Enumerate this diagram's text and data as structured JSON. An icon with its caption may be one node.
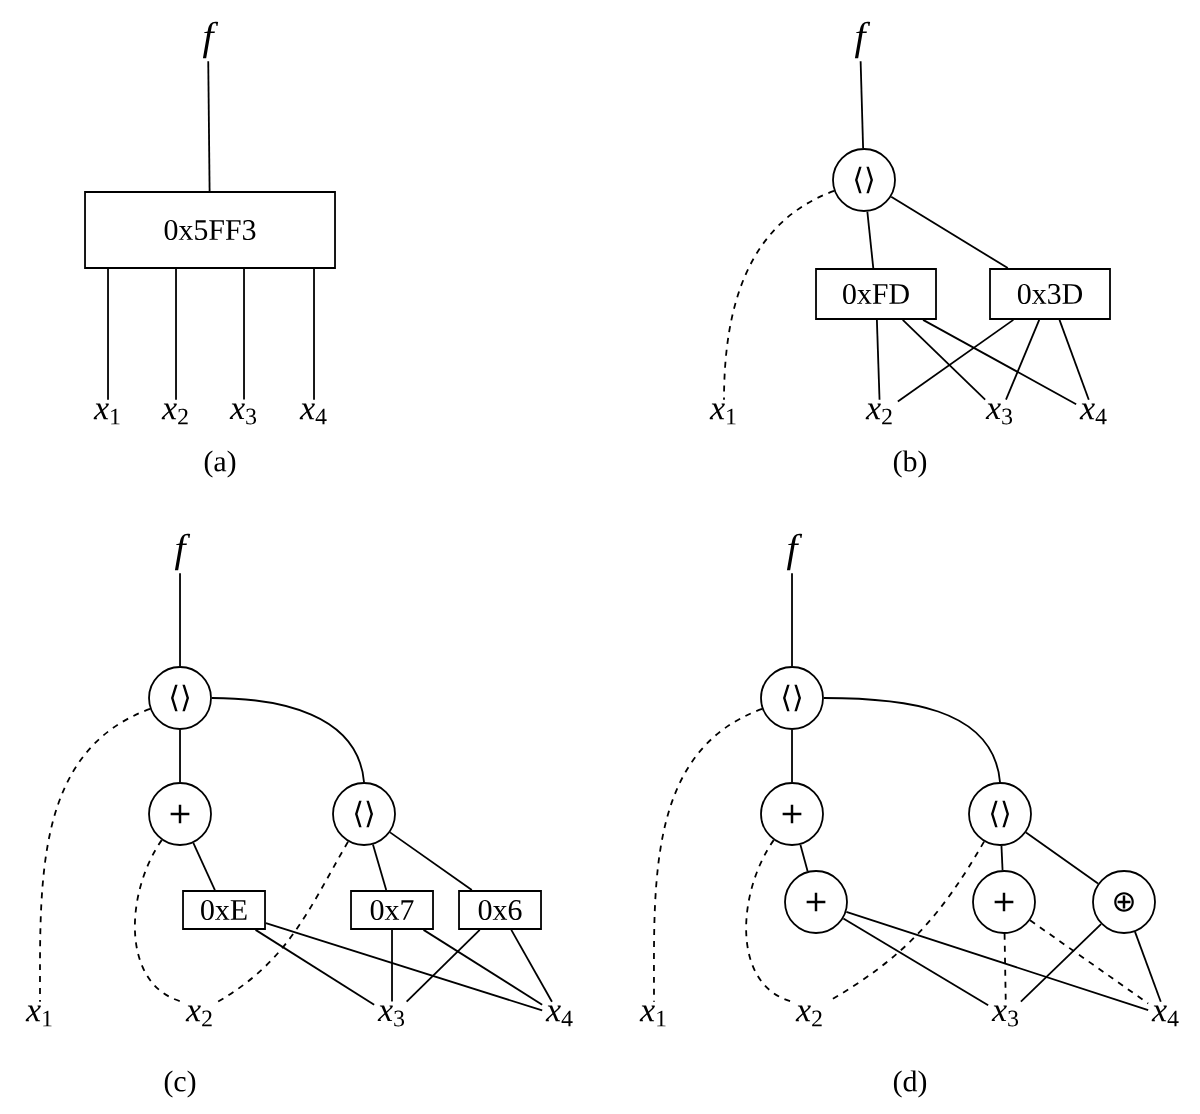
{
  "diagram": {
    "nodes": [
      {
        "text": [
          "f"
        ]
      },
      {
        "text": [
          "0x5FF3"
        ]
      },
      {
        "text": [
          "*x*$_{1}$"
        ]
      },
      {
        "text": [
          "*x*$_{2}$"
        ]
      },
      {
        "text": [
          "*x*$_{3}$"
        ]
      },
      {
        "text": [
          "*x*$_{4}$"
        ]
      },
      {
        "text": [
          "f"
        ]
      },
      {
        "text": [
          "⟨⟩"
        ]
      },
      {
        "text": [
          "0xFD"
        ]
      },
      {
        "text": [
          "0x3D"
        ]
      },
      {
        "text": [
          "*x*$_{1}$"
        ]
      },
      {
        "text": [
          "*x*$_{2}$"
        ]
      },
      {
        "text": [
          "*x*$_{3}$"
        ]
      },
      {
        "text": [
          "*x*$_{4}$"
        ]
      },
      {
        "text": [
          "f"
        ]
      },
      {
        "text": [
          "⟨⟩"
        ]
      },
      {
        "text": [
          "+"
        ]
      },
      {
        "text": [
          "⟨⟩"
        ]
      },
      {
        "text": [
          "0xE"
        ]
      },
      {
        "text": [
          "0x7"
        ]
      },
      {
        "text": [
          "0x6"
        ]
      },
      {
        "text": [
          "*x*$_{1}$"
        ]
      },
      {
        "text": [
          "*x*$_{2}$"
        ]
      },
      {
        "text": [
          "*x*$_{3}$"
        ]
      },
      {
        "text": [
          "*x*$_{4}$"
        ]
      },
      {
        "text": [
          "f"
        ]
      },
      {
        "text": [
          "⟨⟩"
        ]
      },
      {
        "text": [
          "+"
        ]
      },
      {
        "text": [
          "⟨⟩"
        ]
      },
      {
        "text": [
          "+"
        ]
      },
      {
        "text": [
          "+"
        ]
      },
      {
        "text": [
          "⊕"
        ]
      },
      {
        "text": [
          "*x*$_{1}$"
        ]
      },
      {
        "text": [
          "*x*$_{2}$"
        ]
      },
      {
        "text": [
          "*x*$_{3}$"
        ]
      },
      {
        "text": [
          "*x*$_{4}$"
        ]
      }
    ],
    "edges": [
      {
        "from": 0,
        "to": 1,
        "arrow": "none"
      },
      {
        "from": 1,
        "to": 2,
        "arrow": "none"
      },
      {
        "from": 1,
        "to": 3,
        "arrow": "none"
      },
      {
        "from": 1,
        "to": 4,
        "arrow": "none"
      },
      {
        "from": 1,
        "to": 5,
        "arrow": "none"
      },
      {
        "from": 6,
        "to": 7,
        "arrow": "none"
      },
      {
        "from": 7,
        "to": 8,
        "arrow": "none"
      },
      {
        "from": 7,
        "to": 9,
        "arrow": "none"
      },
      {
        "from": 7,
        "to": 10,
        "arrow": "none",
        "style": "dashed"
      },
      {
        "from": 8,
        "to": 11,
        "arrow": "none"
      },
      {
        "from": 8,
        "to": 12,
        "arrow": "none"
      },
      {
        "from": 8,
        "to": 13,
        "arrow": "none"
      },
      {
        "from": 9,
        "to": 11,
        "arrow": "none"
      },
      {
        "from": 9,
        "to": 12,
        "arrow": "none"
      },
      {
        "from": 9,
        "to": 13,
        "arrow": "none"
      },
      {
        "from": 14,
        "to": 15,
        "arrow": "none"
      },
      {
        "from": 15,
        "to": 16,
        "arrow": "none"
      },
      {
        "from": 15,
        "to": 17,
        "arrow": "none"
      },
      {
        "from": 15,
        "to": 21,
        "arrow": "none",
        "style": "dashed"
      },
      {
        "from": 16,
        "to": 18,
        "arrow": "none"
      },
      {
        "from": 16,
        "to": 22,
        "arrow": "none",
        "style": "dashed"
      },
      {
        "from": 17,
        "to": 19,
        "arrow": "none"
      },
      {
        "from": 17,
        "to": 20,
        "arrow": "none"
      },
      {
        "from": 17,
        "to": 22,
        "arrow": "none",
        "style": "dashed"
      },
      {
        "from": 18,
        "to": 23,
        "arrow": "none"
      },
      {
        "from": 18,
        "to": 24,
        "arrow": "none"
      },
      {
        "from": 19,
        "to": 23,
        "arrow": "none"
      },
      {
        "from": 19,
        "to": 24,
        "arrow": "none"
      },
      {
        "from": 20,
        "to": 23,
        "arrow": "none"
      },
      {
        "from": 20,
        "to": 24,
        "arrow": "none"
      },
      {
        "from": 25,
        "to": 26,
        "arrow": "none"
      },
      {
        "from": 26,
        "to": 27,
        "arrow": "none"
      },
      {
        "from": 26,
        "to": 28,
        "arrow": "none"
      },
      {
        "from": 26,
        "to": 32,
        "arrow": "none",
        "style": "dashed"
      },
      {
        "from": 27,
        "to": 29,
        "arrow": "none"
      },
      {
        "from": 27,
        "to": 33,
        "arrow": "none",
        "style": "dashed"
      },
      {
        "from": 28,
        "to": 30,
        "arrow": "none"
      },
      {
        "from": 28,
        "to": 31,
        "arrow": "none"
      },
      {
        "from": 28,
        "to": 33,
        "arrow": "none",
        "style": "dashed"
      },
      {
        "from": 29,
        "to": 34,
        "arrow": "none"
      },
      {
        "from": 29,
        "to": 35,
        "arrow": "none"
      },
      {
        "from": 30,
        "to": 34,
        "arrow": "none",
        "style": "dashed"
      },
      {
        "from": 30,
        "to": 35,
        "arrow": "none",
        "style": "dashed"
      },
      {
        "from": 31,
        "to": 34,
        "arrow": "none"
      },
      {
        "from": 31,
        "to": 35,
        "arrow": "none"
      }
    ],
    "labels": [
      "(a)",
      "(b)",
      "(c)",
      "(d)"
    ]
  }
}
